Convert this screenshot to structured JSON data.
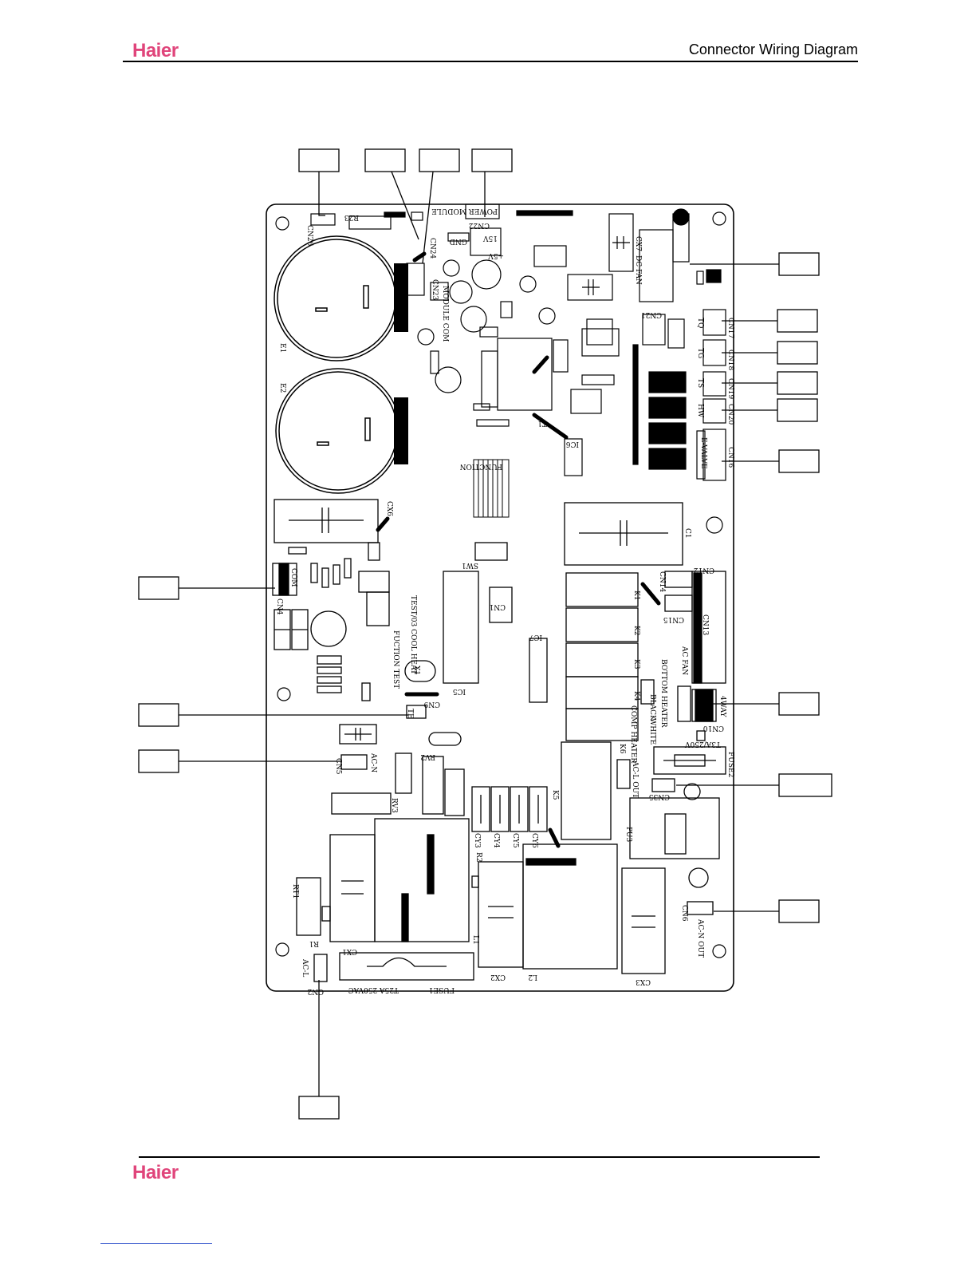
{
  "header": {
    "brand": "Haier",
    "title": "Connector Wiring Diagram"
  },
  "footer": {
    "brand": "Haier"
  },
  "colors": {
    "brand": "#e0457b",
    "link": "#3355cc"
  },
  "board_labels": {
    "cn26": "CN26",
    "r23": "R23",
    "cn24": "CN24",
    "cn22": "CN22",
    "power_module": "POWER MODULE",
    "v15": "15V",
    "gnd": "GND",
    "v5": "+5V",
    "cn23": "CN23",
    "module_com": "MODULE COM",
    "cx7": "CX7",
    "dc_fan": "DC FAN",
    "cn21": "CN21",
    "cn17": "CN17",
    "pipe_tq": "TQ",
    "cn18": "CN18",
    "pipe_tg": "TG",
    "cn19": "CN19",
    "pipe_ts": "TS",
    "cn20": "CN20",
    "pipe_hw": "HW",
    "cn16": "CN16",
    "e_valve": "E-VALVE",
    "cx6": "CX6",
    "c1": "C1",
    "com": "COM",
    "cn4": "CN4",
    "function": "FUNCTION",
    "fuction_test": "FUCTION TEST",
    "test_heat_cool": "TEST/03 COOL HEAT",
    "sw1": "SW1",
    "cn12": "CN12",
    "cn13": "CN13",
    "cn14": "CN14",
    "cn15": "CN15",
    "ac_fan": "AC FAN",
    "bottom_heater": "BOTTOM HEATER",
    "comp_heater": "COMP HEATER",
    "white": "WHITE",
    "black": "BLACK",
    "valve_4way": "4WAY",
    "cn10": "CN10",
    "fuse2": "FUSE2",
    "fuse2_rating": "T3A/250V",
    "ac_l_out": "AC-L OUT",
    "cn35": "CN35",
    "pu3": "PU3",
    "cn9": "CN9",
    "te": "TE",
    "ac_n": "AC-N",
    "cn5": "CN5",
    "rv2": "RV2",
    "rv3": "RV3",
    "cy3": "CY3",
    "cy4": "CY4",
    "cy5": "CY5",
    "cy6": "CY6",
    "k5": "K5",
    "cx1": "CX1",
    "cx2": "CX2",
    "cx3": "CX3",
    "l1": "L1",
    "l2": "L2",
    "rt1": "RT1",
    "r1": "R1",
    "r2": "R2",
    "ac_l": "AC-L",
    "cn2": "CN2",
    "fuse1": "FUSE1",
    "fuse1_rating": "T25A 250VAC",
    "cn6": "CN6",
    "ac_n_out": "AC-N OUT",
    "e1": "E1",
    "e2": "E2",
    "ic5": "IC5",
    "ic6": "IC6",
    "ic7": "IC7",
    "x1": "X1",
    "k1": "K1",
    "k2": "K2",
    "k3": "K3",
    "k4": "K4",
    "k6": "K6",
    "cn1": "CN1",
    "t1": "T1"
  }
}
